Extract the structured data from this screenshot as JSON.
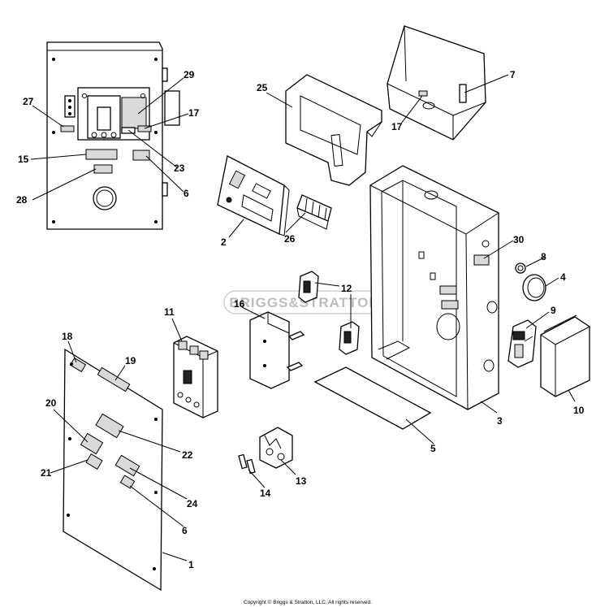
{
  "watermark": "BRIGGS&STRATTON",
  "copyright": "Copyright © Briggs & Stratton, LLC. All rights reserved.",
  "callouts": [
    {
      "id": "c27",
      "text": "27"
    },
    {
      "id": "c29",
      "text": "29"
    },
    {
      "id": "c17a",
      "text": "17"
    },
    {
      "id": "c15",
      "text": "15"
    },
    {
      "id": "c23",
      "text": "23"
    },
    {
      "id": "c28",
      "text": "28"
    },
    {
      "id": "c6a",
      "text": "6"
    },
    {
      "id": "c25",
      "text": "25"
    },
    {
      "id": "c17b",
      "text": "17"
    },
    {
      "id": "c7",
      "text": "7"
    },
    {
      "id": "c2",
      "text": "2"
    },
    {
      "id": "c26",
      "text": "26"
    },
    {
      "id": "c30",
      "text": "30"
    },
    {
      "id": "c8",
      "text": "8"
    },
    {
      "id": "c4",
      "text": "4"
    },
    {
      "id": "c12",
      "text": "12"
    },
    {
      "id": "c16",
      "text": "16"
    },
    {
      "id": "c11",
      "text": "11"
    },
    {
      "id": "c9",
      "text": "9"
    },
    {
      "id": "c10",
      "text": "10"
    },
    {
      "id": "c3",
      "text": "3"
    },
    {
      "id": "c18",
      "text": "18"
    },
    {
      "id": "c19",
      "text": "19"
    },
    {
      "id": "c20",
      "text": "20"
    },
    {
      "id": "c22",
      "text": "22"
    },
    {
      "id": "c5",
      "text": "5"
    },
    {
      "id": "c21",
      "text": "21"
    },
    {
      "id": "c13",
      "text": "13"
    },
    {
      "id": "c14",
      "text": "14"
    },
    {
      "id": "c24",
      "text": "24"
    },
    {
      "id": "c6b",
      "text": "6"
    },
    {
      "id": "c1",
      "text": "1"
    }
  ]
}
